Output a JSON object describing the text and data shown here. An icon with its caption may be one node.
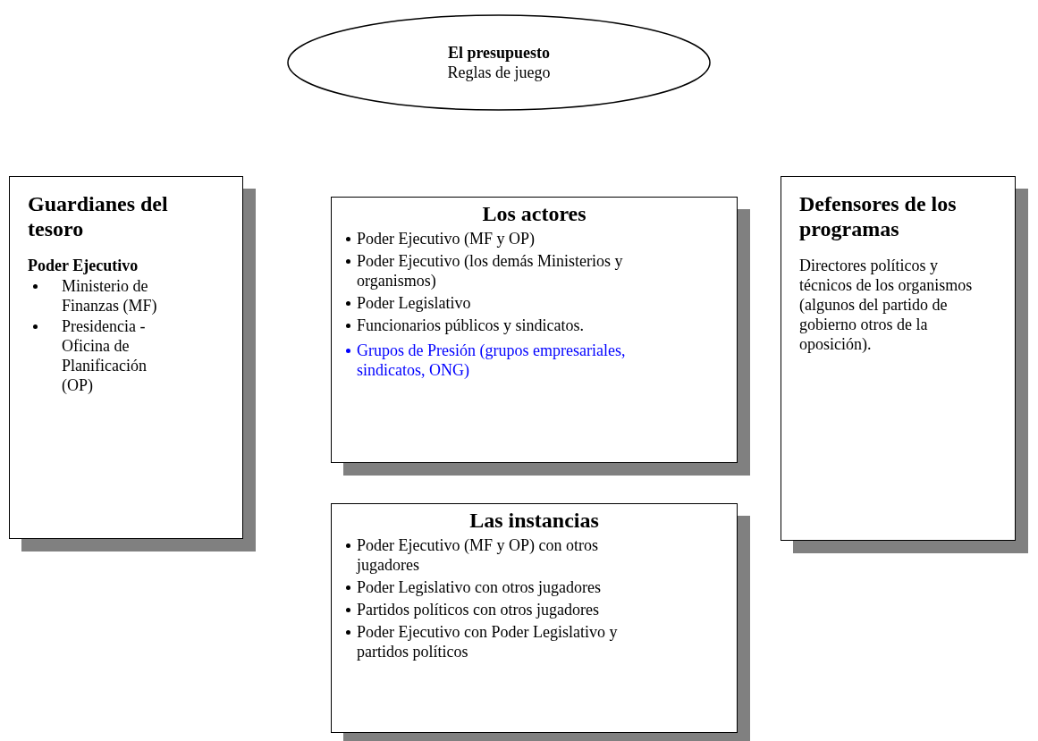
{
  "diagram": {
    "nodes": [
      {
        "text": [
          "El presupuesto",
          "Reglas de juego"
        ]
      },
      {
        "text": [
          "Guardianes del tesoro",
          "Poder Ejecutivo",
          "Ministerio de Finanzas (MF)",
          "Presidencia - Oficina de Planificación (OP)"
        ]
      },
      {
        "text": [
          "Los actores",
          "Poder Ejecutivo (MF y OP)",
          "Poder Ejecutivo (los demás Ministerios y organismos)",
          "Poder Legislativo",
          "Funcionarios públicos y sindicatos.",
          "Grupos de Presión (grupos empresariales, sindicatos, ONG)"
        ]
      },
      {
        "text": [
          "Defensores de los programas",
          "Directores políticos y técnicos de los organismos (algunos del partido de gobierno otros de la oposición)."
        ]
      },
      {
        "text": [
          "Las instancias",
          "Poder Ejecutivo (MF y OP) con otros jugadores",
          "Poder Legislativo con otros jugadores",
          "Partidos políticos con otros jugadores",
          "Poder Ejecutivo con Poder Legislativo y partidos políticos"
        ]
      }
    ]
  }
}
